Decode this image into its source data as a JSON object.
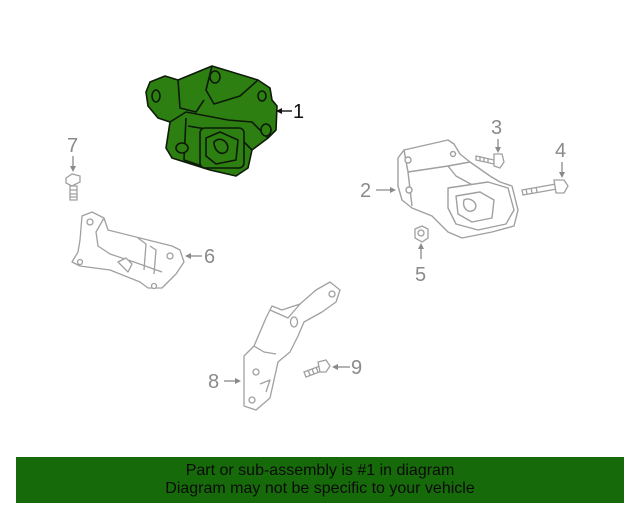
{
  "diagram": {
    "callouts": [
      {
        "number": "1",
        "description": "highlighted part (engine mount assembly)"
      },
      {
        "number": "2",
        "description": "mount bracket"
      },
      {
        "number": "3",
        "description": "bolt"
      },
      {
        "number": "4",
        "description": "long bolt"
      },
      {
        "number": "5",
        "description": "nut"
      },
      {
        "number": "6",
        "description": "support bracket"
      },
      {
        "number": "7",
        "description": "bolt"
      },
      {
        "number": "8",
        "description": "bracket"
      },
      {
        "number": "9",
        "description": "bolt"
      }
    ],
    "colors": {
      "highlight_fill": "#2d7f12",
      "highlight_stroke": "#0d1a08",
      "line_gray": "#9a9a9a",
      "banner_bg": "#176a0a"
    }
  },
  "banner": {
    "line1": "Part or sub-assembly is #1 in diagram",
    "line2": "Diagram may not be specific to your vehicle"
  }
}
